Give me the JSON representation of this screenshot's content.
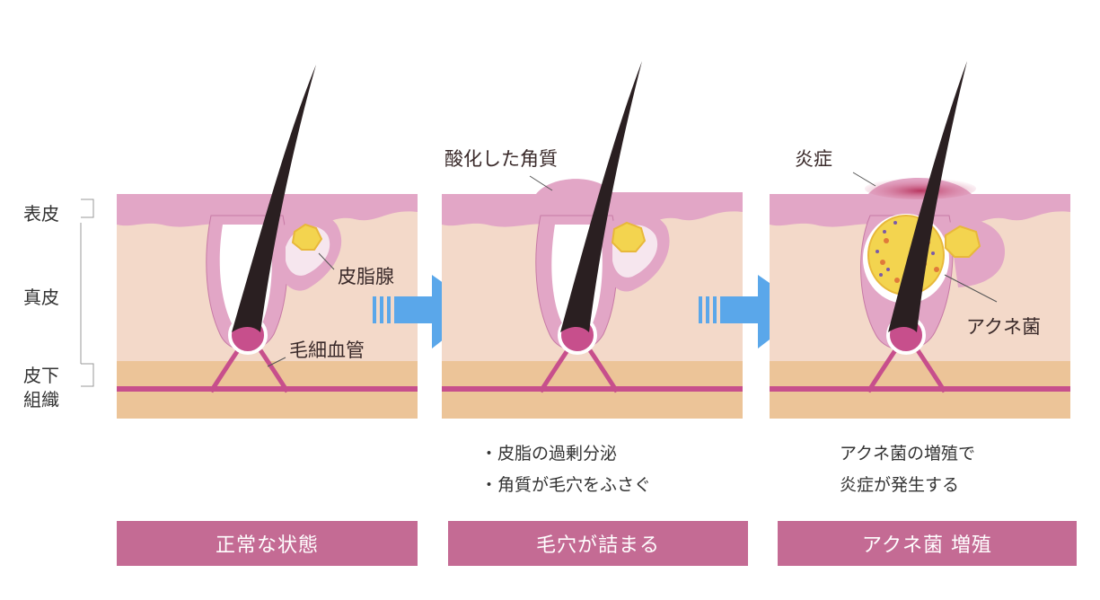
{
  "layers": {
    "epidermis": "表皮",
    "dermis": "真皮",
    "subcutis": "皮下\n組織"
  },
  "labels": {
    "sebaceous_gland": "皮脂腺",
    "capillary": "毛細血管",
    "oxidized_keratin": "酸化した角質",
    "inflammation": "炎症",
    "acne_bacteria": "アクネ菌"
  },
  "notes": {
    "stage2": "・皮脂の過剰分泌\n・角質が毛穴をふさぐ",
    "stage3": "アクネ菌の増殖で\n炎症が発生する"
  },
  "stages": [
    {
      "label": "正常な状態"
    },
    {
      "label": "毛穴が詰まる"
    },
    {
      "label": "アクネ菌 増殖"
    }
  ],
  "colors": {
    "skin_pink": "#e2a6c6",
    "dermis": "#f3d9c9",
    "subcutis": "#ecc498",
    "vessel": "#c74f8c",
    "hair": "#2a1f21",
    "sebum": "#f3d44f",
    "arrow": "#5aa7ea",
    "stage_bar": "#c46b94"
  }
}
